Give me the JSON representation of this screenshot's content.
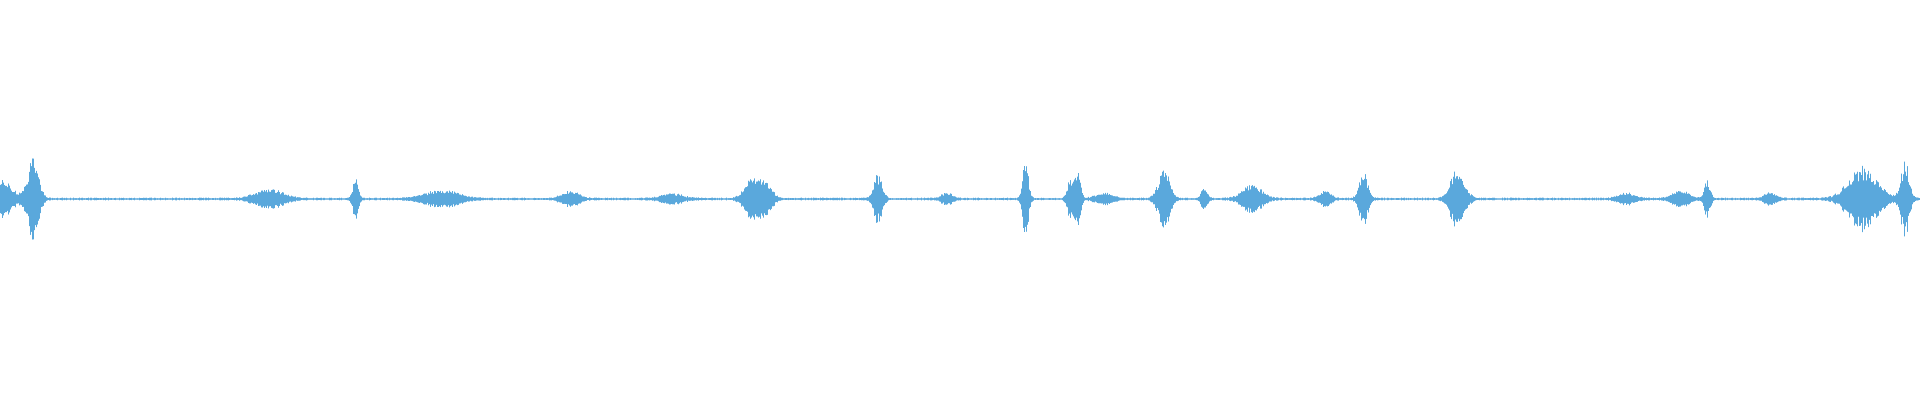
{
  "colors": {
    "background": "#ffffff",
    "waveform": "#5aa8dc"
  },
  "waveform": {
    "duration": 1.0,
    "baseline_amplitude": 0.012,
    "events": [
      {
        "t": 0.0,
        "amp": 0.2,
        "width": 0.008
      },
      {
        "t": 0.017,
        "amp": 0.42,
        "width": 0.004
      },
      {
        "t": 0.14,
        "amp": 0.1,
        "width": 0.01
      },
      {
        "t": 0.185,
        "amp": 0.22,
        "width": 0.002
      },
      {
        "t": 0.23,
        "amp": 0.09,
        "width": 0.012
      },
      {
        "t": 0.297,
        "amp": 0.08,
        "width": 0.006
      },
      {
        "t": 0.35,
        "amp": 0.05,
        "width": 0.008
      },
      {
        "t": 0.391,
        "amp": 0.2,
        "width": 0.005
      },
      {
        "t": 0.398,
        "amp": 0.18,
        "width": 0.005
      },
      {
        "t": 0.457,
        "amp": 0.26,
        "width": 0.003
      },
      {
        "t": 0.493,
        "amp": 0.06,
        "width": 0.004
      },
      {
        "t": 0.534,
        "amp": 0.42,
        "width": 0.002
      },
      {
        "t": 0.557,
        "amp": 0.2,
        "width": 0.002
      },
      {
        "t": 0.561,
        "amp": 0.34,
        "width": 0.002
      },
      {
        "t": 0.575,
        "amp": 0.06,
        "width": 0.006
      },
      {
        "t": 0.606,
        "amp": 0.32,
        "width": 0.004
      },
      {
        "t": 0.627,
        "amp": 0.14,
        "width": 0.002
      },
      {
        "t": 0.652,
        "amp": 0.15,
        "width": 0.007
      },
      {
        "t": 0.69,
        "amp": 0.08,
        "width": 0.004
      },
      {
        "t": 0.71,
        "amp": 0.3,
        "width": 0.003
      },
      {
        "t": 0.759,
        "amp": 0.32,
        "width": 0.005
      },
      {
        "t": 0.847,
        "amp": 0.06,
        "width": 0.006
      },
      {
        "t": 0.875,
        "amp": 0.09,
        "width": 0.006
      },
      {
        "t": 0.889,
        "amp": 0.22,
        "width": 0.002
      },
      {
        "t": 0.922,
        "amp": 0.07,
        "width": 0.004
      },
      {
        "t": 0.97,
        "amp": 0.34,
        "width": 0.01
      },
      {
        "t": 0.992,
        "amp": 0.4,
        "width": 0.003
      }
    ]
  }
}
